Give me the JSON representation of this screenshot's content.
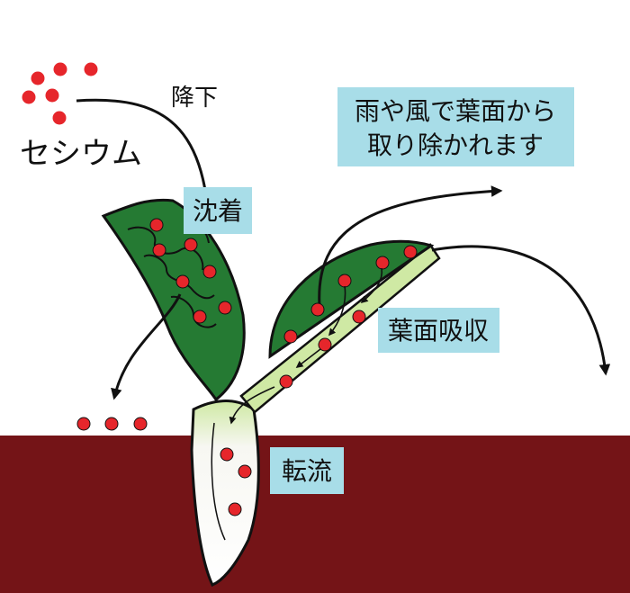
{
  "labels": {
    "cesium": "セシウム",
    "fall": "降下",
    "deposit": "沈着",
    "removed_line1": "雨や風で葉面から",
    "removed_line2": "取り除かれます",
    "foliar_absorption": "葉面吸収",
    "translocation": "転流"
  },
  "colors": {
    "soil": "#741417",
    "leaf_dark": "#257a33",
    "leaf_light": "#cfe9a4",
    "stem_white": "#f7f7f2",
    "cesium_dot": "#e6262b",
    "label_bg": "#a8dde8",
    "outline": "#111111"
  }
}
